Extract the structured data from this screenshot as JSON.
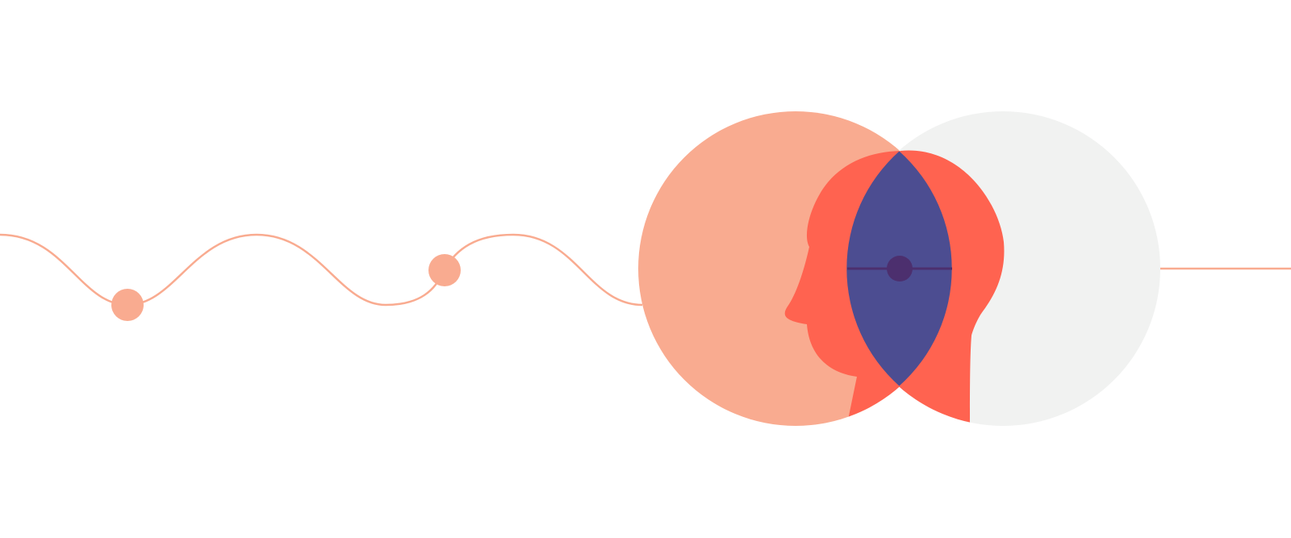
{
  "illustration": {
    "subject": "two-overlapping-heads-venn",
    "colors": {
      "background": "#ffffff",
      "peach": "#f9ab90",
      "coral": "#ff6350",
      "light_gray": "#f1f2f1",
      "indigo": "#4c4d91",
      "deep_purple": "#4c2f6e"
    },
    "icons": [
      "wave-line",
      "dot",
      "left-head-silhouette",
      "right-head-silhouette",
      "overlap-lens",
      "center-node"
    ]
  }
}
